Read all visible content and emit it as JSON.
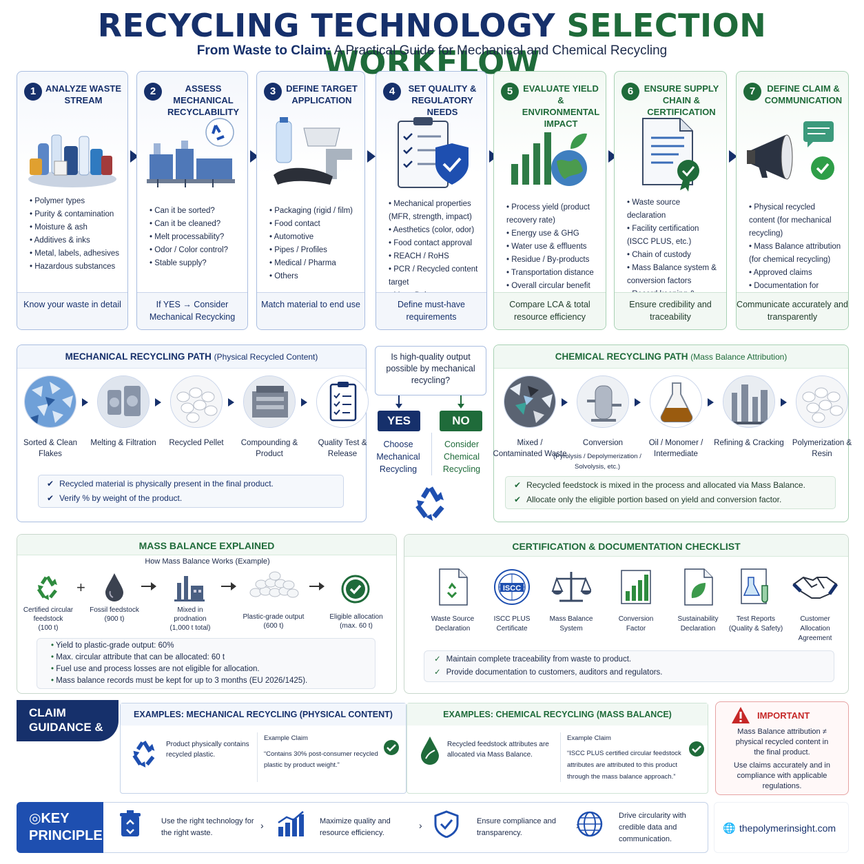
{
  "header": {
    "title_part1": "RECYCLING TECHNOLOGY",
    "title_part2": "SELECTION WORKFLOW",
    "subtitle_bold": "From Waste to Claim:",
    "subtitle_rest": "A Practical Guide for Mechanical and Chemical Recycling"
  },
  "steps": [
    {
      "num": "1",
      "title": "Analyze Waste Stream",
      "items": [
        "Polymer types",
        "Purity & contamination",
        "Moisture & ash",
        "Additives & inks",
        "Metal, labels, adhesives",
        "Hazardous substances"
      ],
      "footer": "Know your waste in detail"
    },
    {
      "num": "2",
      "title": "Assess Mechanical Recyclability",
      "items": [
        "Can it be sorted?",
        "Can it be cleaned?",
        "Melt processability?",
        "Odor / Color control?",
        "Stable supply?"
      ],
      "footer": "If YES → Consider Mechanical Recycking"
    },
    {
      "num": "3",
      "title": "Define Target Application",
      "items": [
        "Packaging (rigid / film)",
        "Food contact",
        "Automotive",
        "Pipes / Profiles",
        "Medical / Pharma",
        "Others"
      ],
      "footer": "Match material to end use"
    },
    {
      "num": "4",
      "title": "Set Quality & Regulatory Needs",
      "items": [
        "Mechanical properties (MFR, strength, impact)",
        "Aesthetics (color, odor)",
        "Food contact approval",
        "REACH / RoHS",
        "PCR / Recycled content target",
        "Mass Balance acceptance"
      ],
      "footer": "Define must-have requirements"
    },
    {
      "num": "5",
      "title": "Evaluate Yield & Environmental Impact",
      "items": [
        "Process yield (product recovery rate)",
        "Energy use & GHG",
        "Water use & effluents",
        "Residue / By-products",
        "Transportation distance",
        "Overall circular benefit"
      ],
      "footer": "Compare LCA & total resource efficiency"
    },
    {
      "num": "6",
      "title": "Ensure Supply Chain & Certification",
      "items": [
        "Waste source declaration",
        "Facility certification (ISCC PLUS, etc.)",
        "Chain of custody",
        "Mass Balance system & conversion factors",
        "Record keeping & traceability"
      ],
      "footer": "Ensure credibility and traceability"
    },
    {
      "num": "7",
      "title": "Define Claim & Communication",
      "items": [
        "Physical recycled content (for mechanical recycling)",
        "Mass Balance attribution (for chemical recycling)",
        "Approved claims",
        "Documentation for customers & regulators"
      ],
      "footer": "Communicate accurately and transparently"
    }
  ],
  "mech_path": {
    "title": "MECHANICAL RECYCLING PATH",
    "title_note": "(Physical Recycled Content)",
    "stages": [
      "Sorted & Clean Flakes",
      "Melting & Filtration",
      "Recycled Pellet",
      "Compounding & Product",
      "Quality Test & Release"
    ],
    "checks": [
      "Recycled material is physically present in the final product.",
      "Verify % by weight of the product."
    ]
  },
  "decision": {
    "question": "Is high-quality output possible by mechanical recycling?",
    "yes_label": "YES",
    "no_label": "NO",
    "yes_text": "Choose Mechanical Recycling",
    "no_text": "Consider Chemical Recycling"
  },
  "chem_path": {
    "title": "CHEMICAL RECYCLING PATH",
    "title_note": "(Mass Balance Attribution)",
    "stages": [
      "Mixed / Contaminated Waste",
      "Conversion",
      "Oil / Monomer / Intermediate",
      "Refining & Cracking",
      "Polymerization & Resin"
    ],
    "conversion_note": "(Pyrolysis / Depolymerization / Solvolysis, etc.)",
    "checks": [
      "Recycled feedstock is mixed in the process and allocated via Mass Balance.",
      "Allocate only the eligible portion based on yield and conversion factor."
    ]
  },
  "mass_balance": {
    "title": "MASS BALANCE EXPLAINED",
    "subtitle": "How Mass Balance Works (Example)",
    "plus": "+",
    "items": [
      {
        "label": "Certified circular feedstock",
        "value": "(100 t)"
      },
      {
        "label": "Fossil feedstock",
        "value": "(900 t)"
      },
      {
        "label": "Mixed in prodnation",
        "value": "(1,000 t total)"
      },
      {
        "label": "Plastic-grade output",
        "value": "(600 t)"
      },
      {
        "label": "Eligible allocation",
        "value": "(max. 60 t)"
      }
    ],
    "notes": [
      "Yield to plastic-grade output: 60%",
      "Max. circular attribute that can be allocated: 60 t",
      "Fuel use and process losses are not eligible for allocation.",
      "Mass balance records must be kept for up to 3 months (EU 2026/1425)."
    ]
  },
  "checklist": {
    "title": "CERTIFICATION & DOCUMENTATION CHECKLIST",
    "items": [
      "Waste Source Declaration",
      "ISCC PLUS Certificate",
      "Mass Balance System",
      "Conversion Factor",
      "Sustainability Declaration",
      "Test Reports (Quality & Safety)",
      "Customer Allocation Agreement"
    ],
    "iscc_badge": "ISCC",
    "notes": [
      "Maintain complete traceability from waste to product.",
      "Provide documentation to customers, auditors and regulators."
    ]
  },
  "claims": {
    "tab_label": "CLAIM GUIDANCE &",
    "mech_title": "EXAMPLES: MECHANICAL RECYCLING (PHYSICAL CONTENT)",
    "mech_desc": "Product physically contains recycled plastic.",
    "mech_example_label": "Example Claim",
    "mech_example": "“Contains 30% post-consumer recycled plastic by product weight.”",
    "chem_title": "EXAMPLES: CHEMICAL RECYCLING (MASS BALANCE)",
    "chem_desc": "Recycled feedstock attributes are allocated via Mass Balance.",
    "chem_example_label": "Example Claim",
    "chem_example": "“ISCC PLUS certified circular feedstock attributes are attributed to this product through the mass balance approach.”",
    "important_title": "IMPORTANT",
    "important_text1": "Mass Balance attribution ≠ physical recycled content in the final product.",
    "important_text2": "Use claims accurately and in compliance with applicable regulations."
  },
  "key_principle": {
    "label_line1": "KEY",
    "label_line2": "PRINCIPLE",
    "items": [
      "Use the right technology for the right waste.",
      "Maximize quality and resource efficiency.",
      "Ensure compliance and transparency.",
      "Drive circularity with credible data and communication."
    ],
    "website": "thepolymerinsight.com"
  },
  "colors": {
    "navy": "#16306b",
    "green": "#1f6b3a",
    "red": "#c62828"
  }
}
